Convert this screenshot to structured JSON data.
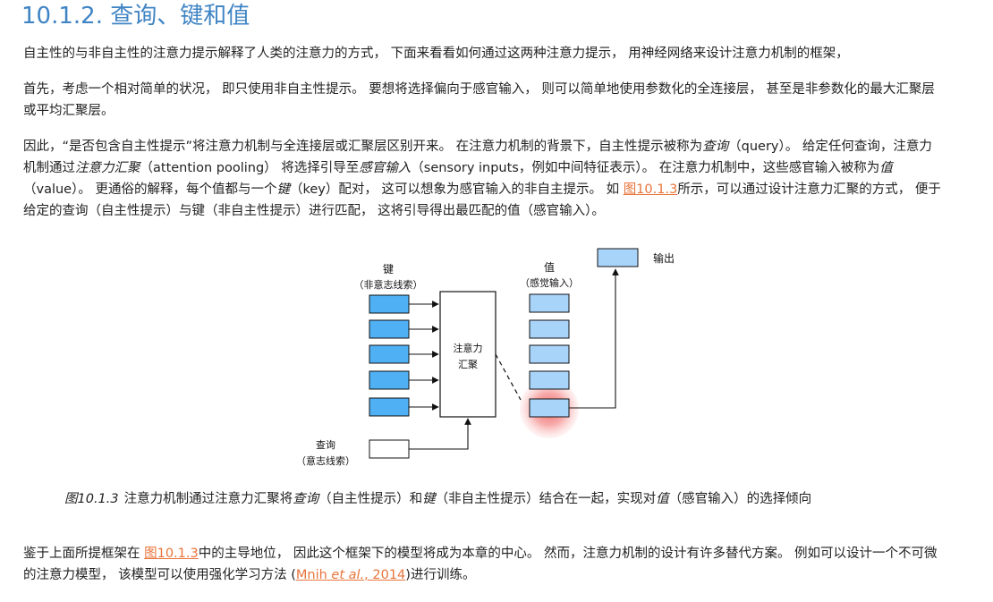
{
  "section": {
    "title": "10.1.2. 查询、键和值"
  },
  "paragraphs": {
    "p1": "自主性的与非自主性的注意力提示解释了人类的注意力的方式， 下面来看看如何通过这两种注意力提示， 用神经网络来设计注意力机制的框架，",
    "p2": "首先，考虑一个相对简单的状况， 即只使用非自主性提示。 要想将选择偏向于感官输入， 则可以简单地使用参数化的全连接层， 甚至是非参数化的最大汇聚层或平均汇聚层。",
    "p3": {
      "t1": "因此，“是否包含自主性提示”将注意力机制与全连接层或汇聚层区别开来。 在注意力机制的背景下，自主性提示被称为",
      "em1": "查询",
      "t2": "（query）。 给定任何查询，注意力机制通过",
      "em2": "注意力汇聚",
      "t3": "（attention pooling） 将选择引导至",
      "em3": "感官输入",
      "t4": "（sensory inputs，例如中间特征表示）。 在注意力机制中，这些感官输入被称为",
      "em4": "值",
      "t5": "（value）。 更通俗的解释，每个值都与一个",
      "em5": "键",
      "t6": "（key）配对， 这可以想象为感官输入的非自主提示。 如 ",
      "ref": "图10.1.3",
      "t7": "所示，可以通过设计注意力汇聚的方式， 便于给定的查询（自主性提示）与键（非自主性提示）进行匹配， 这将引导得出最匹配的值（感官输入）。"
    },
    "p4": {
      "t1": "鉴于上面所提框架在 ",
      "ref": "图10.1.3",
      "t2": "中的主导地位， 因此这个框架下的模型将成为本章的中心。 然而，注意力机制的设计有许多替代方案。 例如可以设计一个不可微的注意力模型， 该模型可以使用强化学习方法 (",
      "cite_author": "Mnih ",
      "cite_etal": "et al.",
      "cite_year": ", 2014",
      "t3": ")进行训练。"
    }
  },
  "figure": {
    "keys_label": "键",
    "keys_sublabel": "（非意志线索）",
    "values_label": "值",
    "values_sublabel": "（感觉输入）",
    "pooling_label_1": "注意力",
    "pooling_label_2": "汇聚",
    "output_label": "输出",
    "query_label": "查询",
    "query_sublabel": "（意志线索）",
    "num_keys": 5,
    "num_values": 5,
    "highlighted_value_index": 4,
    "colors": {
      "key_fill": "#4fb0f4",
      "value_fill": "#a9d4fa",
      "highlight": "#ef5a5a"
    }
  },
  "caption": {
    "fignum": "图10.1.3",
    "t1": "注意力机制通过注意力汇聚将",
    "em1": "查询",
    "t2": "（自主性提示）和",
    "em2": "键",
    "t3": "（非自主性提示）结合在一起，实现对",
    "em3": "值",
    "t4": "（感官输入）的选择倾向"
  }
}
